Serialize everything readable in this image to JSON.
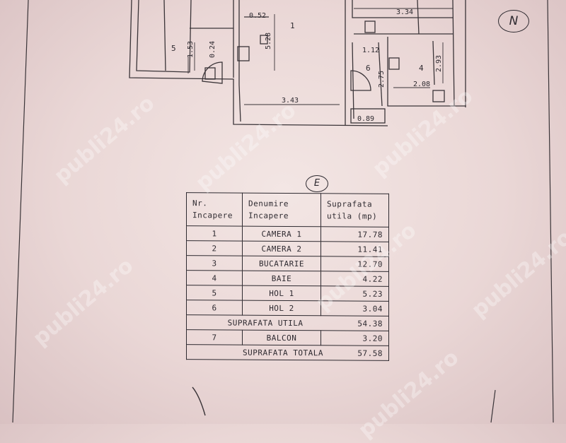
{
  "plan": {
    "dimensions": [
      "0.52",
      "1.53",
      "0.24",
      "5.28",
      "3.34",
      "1.12",
      "2.75",
      "2.93",
      "2.08",
      "3.43",
      "0.89"
    ],
    "room_numbers": [
      "5",
      "1",
      "6",
      "4"
    ],
    "north_label": "N",
    "sheet_label": "E"
  },
  "watermark": "publi24.ro",
  "table": {
    "headers": [
      "Nr.\nIncapere",
      "Denumire\nIncapere",
      "Suprafata\nutila (mp)"
    ],
    "rows": [
      {
        "nr": "1",
        "name": "CAMERA 1",
        "area": "17.78"
      },
      {
        "nr": "2",
        "name": "CAMERA 2",
        "area": "11.41"
      },
      {
        "nr": "3",
        "name": "BUCATARIE",
        "area": "12.70"
      },
      {
        "nr": "4",
        "name": "BAIE",
        "area": "4.22"
      },
      {
        "nr": "5",
        "name": "HOL 1",
        "area": "5.23"
      },
      {
        "nr": "6",
        "name": "HOL 2",
        "area": "3.04"
      }
    ],
    "util_label": "SUPRAFATA UTILA",
    "util_value": "54.38",
    "balcon": {
      "nr": "7",
      "name": "BALCON",
      "area": "3.20"
    },
    "total_label": "SUPRAFATA TOTALA",
    "total_value": "57.58"
  }
}
